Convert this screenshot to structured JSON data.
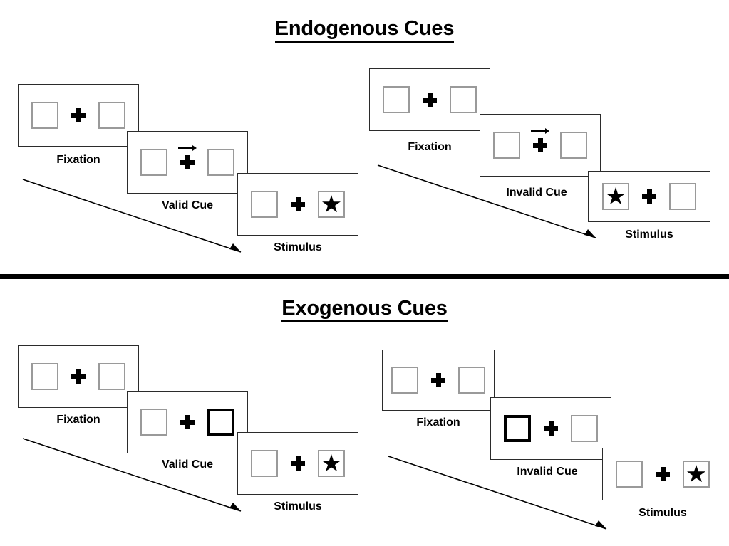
{
  "sections": [
    {
      "id": "endogenous",
      "title": "Endogenous Cues",
      "conditions": [
        {
          "id": "endogenous-valid",
          "stages": [
            {
              "caption": "Fixation",
              "cue": "none",
              "target": "none"
            },
            {
              "caption": "Valid Cue",
              "cue": "arrow-right",
              "target": "none"
            },
            {
              "caption": "Stimulus",
              "cue": "none",
              "target": "right"
            }
          ]
        },
        {
          "id": "endogenous-invalid",
          "stages": [
            {
              "caption": "Fixation",
              "cue": "none",
              "target": "none"
            },
            {
              "caption": "Invalid Cue",
              "cue": "arrow-right",
              "target": "none"
            },
            {
              "caption": "Stimulus",
              "cue": "none",
              "target": "left"
            }
          ]
        }
      ]
    },
    {
      "id": "exogenous",
      "title": "Exogenous Cues",
      "conditions": [
        {
          "id": "exogenous-valid",
          "stages": [
            {
              "caption": "Fixation",
              "cue": "none",
              "target": "none"
            },
            {
              "caption": "Valid Cue",
              "cue": "box-right",
              "target": "none"
            },
            {
              "caption": "Stimulus",
              "cue": "none",
              "target": "right"
            }
          ]
        },
        {
          "id": "exogenous-invalid",
          "stages": [
            {
              "caption": "Fixation",
              "cue": "none",
              "target": "none"
            },
            {
              "caption": "Invalid Cue",
              "cue": "box-left",
              "target": "none"
            },
            {
              "caption": "Stimulus",
              "cue": "none",
              "target": "right"
            }
          ]
        }
      ]
    }
  ],
  "icons": {
    "fixation_cross": "plus-icon",
    "arrow_cue": "arrow-right-icon",
    "target_star": "star-icon",
    "flow": "diagonal-arrow-icon"
  },
  "colors": {
    "ink": "#000000",
    "panel_border": "#2b2b2b",
    "box_border": "#9a9a9a",
    "cued_box_border": "#000000",
    "background": "#ffffff"
  },
  "labels": {
    "endogenous_title": "Endogenous Cues",
    "exogenous_title": "Exogenous Cues",
    "fixation": "Fixation",
    "valid_cue": "Valid Cue",
    "invalid_cue": "Invalid Cue",
    "stimulus": "Stimulus"
  }
}
